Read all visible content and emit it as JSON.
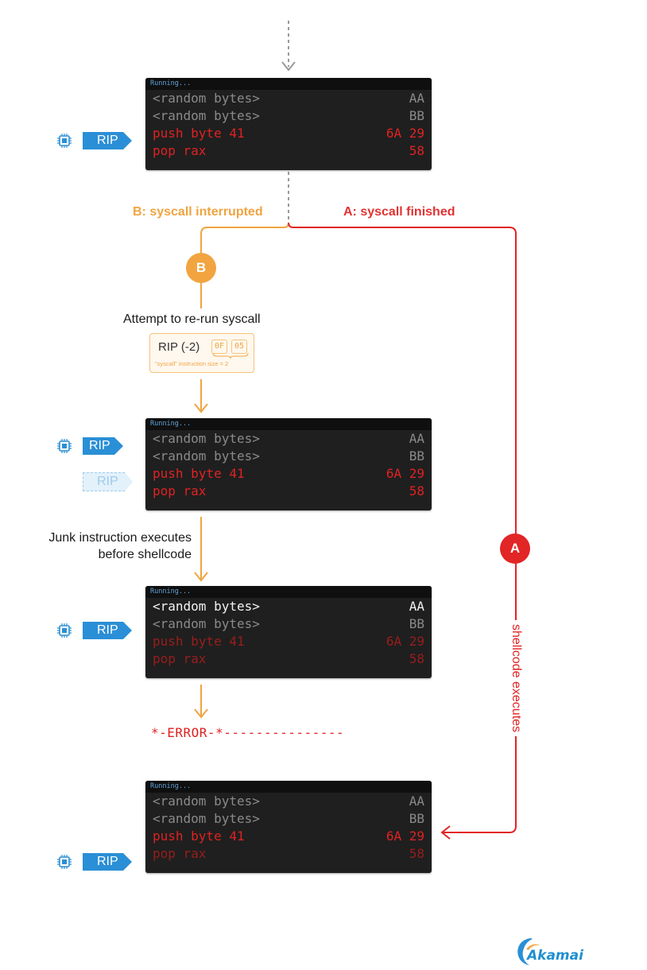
{
  "colors": {
    "orange": "#f0a441",
    "red": "#e22525",
    "blue": "#2a8fd6",
    "terminal_bg": "#1f1f1f"
  },
  "terminal": {
    "header": "Running...",
    "rows": [
      {
        "instr": "<random bytes>",
        "hex": "AA"
      },
      {
        "instr": "<random bytes>",
        "hex": "BB"
      },
      {
        "instr": "push byte 41",
        "hex": "6A 29"
      },
      {
        "instr": "pop rax",
        "hex": "58"
      }
    ]
  },
  "rip": {
    "label": "RIP",
    "minus2_label": "RIP -2",
    "chip_icon": "cpu-chip-icon"
  },
  "branches": {
    "b_label": "B: syscall interrupted",
    "a_label": "A: syscall finished",
    "b_marker": "B",
    "a_marker": "A"
  },
  "attempt_label": "Attempt to re-run syscall",
  "rip_box": {
    "title": "RIP (-2)",
    "hex1": "0F",
    "hex2": "05",
    "note": "\"syscall\" instruction size = 2"
  },
  "junk_label": {
    "line1": "Junk instruction executes",
    "line2": "before shellcode"
  },
  "error_text": "*-ERROR-*---------------",
  "shellcode_label": "shellcode executes",
  "logo": {
    "text": "Akamai",
    "icon": "akamai-swoosh-icon"
  }
}
